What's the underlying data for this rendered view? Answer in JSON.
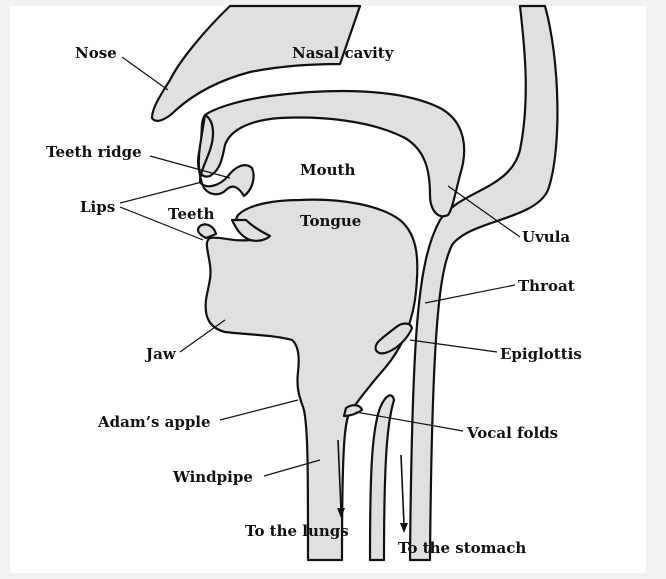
{
  "labels": {
    "nose": "Nose",
    "nasal_cavity": "Nasal cavity",
    "teeth_ridge": "Teeth ridge",
    "mouth": "Mouth",
    "lips": "Lips",
    "teeth": "Teeth",
    "tongue": "Tongue",
    "uvula": "Uvula",
    "throat": "Throat",
    "jaw": "Jaw",
    "epiglottis": "Epiglottis",
    "adams_apple": "Adam’s apple",
    "vocal_folds": "Vocal folds",
    "windpipe": "Windpipe",
    "to_lungs": "To the lungs",
    "to_stomach": "To the stomach"
  },
  "colors": {
    "tissue": "#e0e0e0",
    "outline": "#111111",
    "panel": "#ffffff",
    "page": "#f2f2f2"
  }
}
